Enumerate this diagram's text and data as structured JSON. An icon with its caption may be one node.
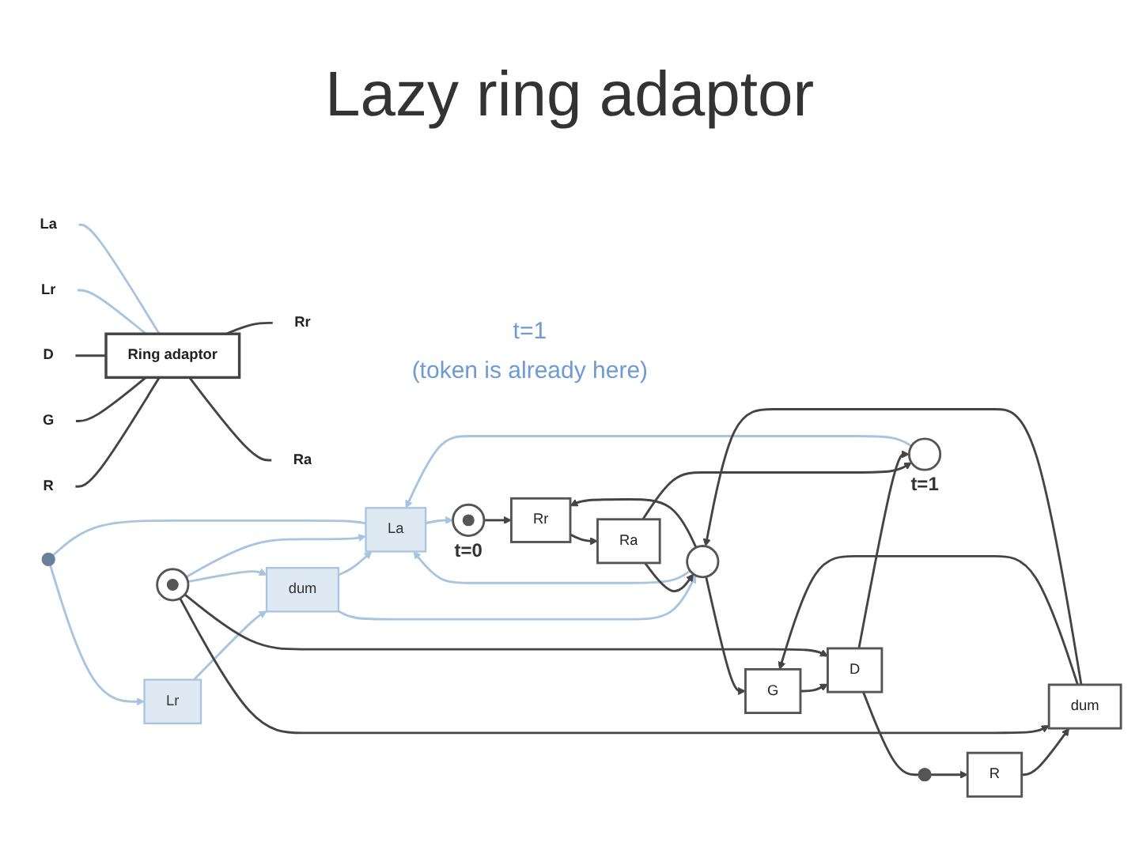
{
  "diagram": {
    "title": "Lazy ring adaptor",
    "nodes": [
      {
        "text": [
          "R"
        ]
      },
      {
        "text": [
          "G"
        ]
      },
      {
        "text": [
          "D"
        ]
      },
      {
        "text": [
          "Lr"
        ]
      },
      {
        "text": [
          "La"
        ]
      },
      {
        "text": [
          "Ring adaptor"
        ]
      },
      {
        "text": [
          "Rr"
        ]
      },
      {
        "text": [
          "Ra"
        ]
      },
      {
        "text": [],
        "shape": "circle"
      },
      {
        "text": [
          "Lr"
        ]
      },
      {
        "text": [],
        "shape": "circle"
      },
      {
        "text": [
          "R"
        ]
      },
      {
        "text": [],
        "shape": "circle"
      },
      {
        "text": [
          "dum"
        ]
      },
      {
        "text": [],
        "shape": "circle"
      },
      {
        "text": [
          "dum"
        ]
      },
      {
        "text": [
          "Rr"
        ]
      },
      {
        "text": [
          "G"
        ]
      },
      {
        "text": [
          "La"
        ]
      },
      {
        "text": [
          "Ra"
        ]
      },
      {
        "text": [
          "D"
        ]
      },
      {
        "text": [],
        "shape": "circle",
        "beside": [
          "t=0"
        ]
      },
      {
        "text": [],
        "shape": "circle",
        "beside": [
          "t=1"
        ]
      }
    ],
    "edges": [
      {
        "from": 0,
        "to": 5,
        "arrow": "none"
      },
      {
        "from": 1,
        "to": 5,
        "arrow": "none"
      },
      {
        "from": 2,
        "to": 5,
        "arrow": "none"
      },
      {
        "from": 3,
        "to": 5,
        "arrow": "none",
        "color": "#a8c4e0"
      },
      {
        "from": 4,
        "to": 5,
        "arrow": "none",
        "color": "#a8c4e0"
      },
      {
        "from": 5,
        "to": 6,
        "arrow": "none"
      },
      {
        "from": 5,
        "to": 7,
        "arrow": "none"
      },
      {
        "from": 9,
        "to": 13,
        "arrow": "to",
        "color": "#a8c4e0"
      },
      {
        "from": 13,
        "to": 18,
        "arrow": "to",
        "color": "#a8c4e0"
      },
      {
        "from": 18,
        "to": 8,
        "arrow": "none",
        "color": "#a8c4e0"
      },
      {
        "from": 8,
        "to": 9,
        "arrow": "to",
        "color": "#a8c4e0"
      },
      {
        "from": 10,
        "to": 13,
        "arrow": "to",
        "color": "#a8c4e0"
      },
      {
        "from": 13,
        "to": 14,
        "arrow": "to",
        "color": "#a8c4e0"
      },
      {
        "from": 10,
        "to": 18,
        "arrow": "to",
        "color": "#a8c4e0"
      },
      {
        "from": 14,
        "to": 18,
        "arrow": "to",
        "color": "#a8c4e0"
      },
      {
        "from": 22,
        "to": 18,
        "arrow": "to",
        "color": "#a8c4e0"
      },
      {
        "from": 18,
        "to": 21,
        "arrow": "to",
        "color": "#a8c4e0"
      },
      {
        "from": 11,
        "to": 15,
        "arrow": "to"
      },
      {
        "from": 15,
        "to": 17,
        "arrow": "to"
      },
      {
        "from": 17,
        "to": 20,
        "arrow": "to"
      },
      {
        "from": 20,
        "to": 12,
        "arrow": "none"
      },
      {
        "from": 12,
        "to": 11,
        "arrow": "to"
      },
      {
        "from": 10,
        "to": 15,
        "arrow": "to"
      },
      {
        "from": 15,
        "to": 14,
        "arrow": "to"
      },
      {
        "from": 14,
        "to": 17,
        "arrow": "to"
      },
      {
        "from": 14,
        "to": 16,
        "arrow": "to"
      },
      {
        "from": 16,
        "to": 19,
        "arrow": "to"
      },
      {
        "from": 21,
        "to": 16,
        "arrow": "to"
      },
      {
        "from": 19,
        "to": 22,
        "arrow": "to"
      },
      {
        "from": 19,
        "to": 14,
        "arrow": "to"
      },
      {
        "from": 20,
        "to": 22,
        "arrow": "to"
      },
      {
        "from": 10,
        "to": 20,
        "arrow": "to"
      }
    ],
    "labels": [
      "t=1",
      "(token is already here)"
    ]
  }
}
